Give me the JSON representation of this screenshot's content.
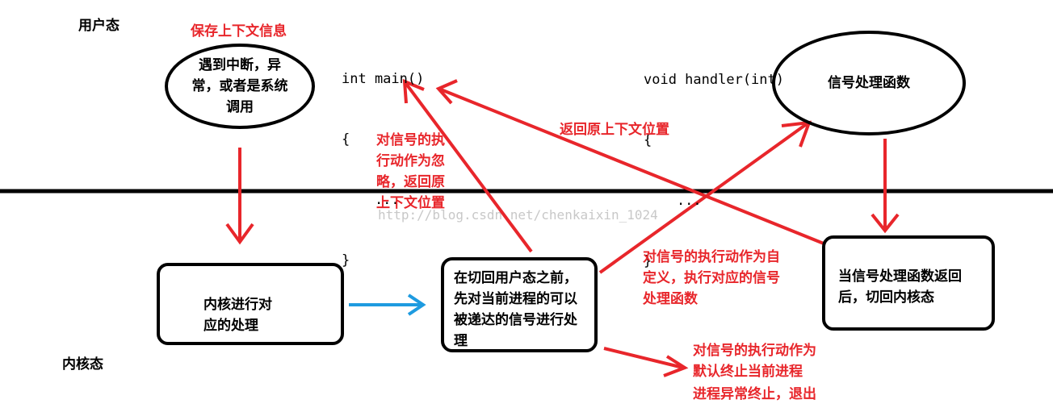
{
  "labels": {
    "user_mode": "用户态",
    "kernel_mode": "内核态",
    "save_context": "保存上下文信息"
  },
  "code": {
    "main_line1": "int main()",
    "main_line2": "{",
    "main_line3": "    ...",
    "main_line4": "}",
    "handler_line1": "void handler(int)",
    "handler_line2": "{",
    "handler_line3": "    ...",
    "handler_line4": "}"
  },
  "nodes": {
    "interrupt": "遇到中断，异常，或者是系统调用",
    "handler_func": "信号处理函数",
    "kernel_handle": "内核进行对应的处理",
    "check_signal": "在切回用户态之前，先对当前进程的可以被递达的信号进行处理",
    "handler_return": "当信号处理函数返回后，切回内核态"
  },
  "annotations": {
    "ignore": "对信号的执行动作为忽略，返回原上下文位置",
    "return_context": "返回原上下文位置",
    "custom": "对信号的执行动作为自定义，执行对应的信号处理函数",
    "default_line1": "对信号的执行动作为",
    "default_line2": "默认终止当前进程",
    "default_line3": "进程异常终止，退出"
  },
  "watermark": "http://blog.csdn.net/chenkaixin_1024",
  "colors": {
    "arrow_red": "#e8262b",
    "arrow_blue": "#1e9be0",
    "text_red": "#e8262b",
    "divider": "#000000"
  }
}
